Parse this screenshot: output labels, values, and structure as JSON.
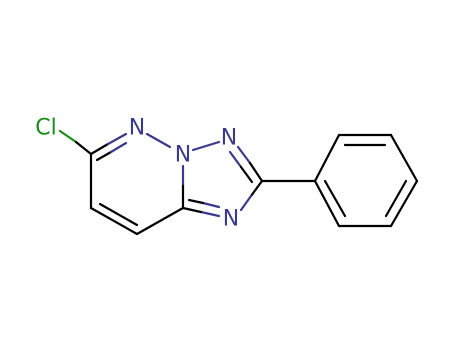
{
  "molecule": {
    "atoms": {
      "cl": {
        "label": "Cl",
        "element": "Cl"
      },
      "n1": {
        "label": "N",
        "element": "N"
      },
      "n2": {
        "label": "N",
        "element": "N"
      },
      "n3": {
        "label": "N",
        "element": "N"
      },
      "n4": {
        "label": "N",
        "element": "N"
      }
    },
    "colors": {
      "carbon_bond": "#000000",
      "nitrogen": "#3a3a8c",
      "chlorine": "#1a8c1a"
    }
  }
}
